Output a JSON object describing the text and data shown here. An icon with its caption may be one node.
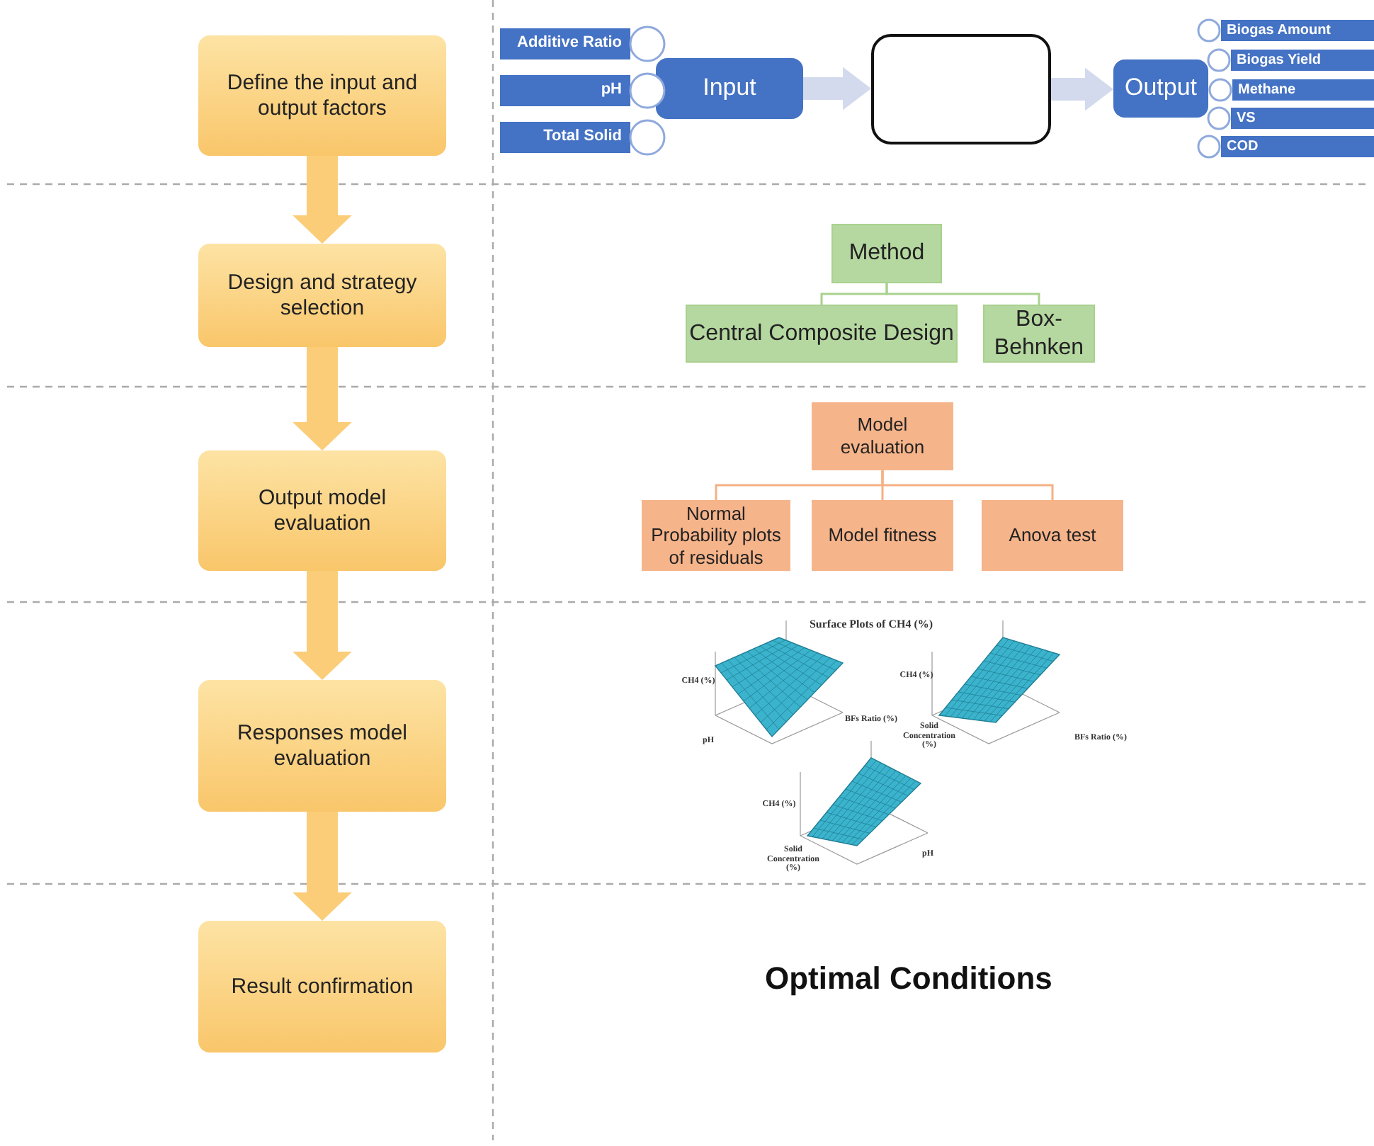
{
  "diagram": {
    "nodes": [
      {
        "text": [
          "Define the input and output factors"
        ]
      },
      {
        "text": [
          "Design and strategy selection"
        ]
      },
      {
        "text": [
          "Output model evaluation"
        ]
      },
      {
        "text": [
          "Responses model evaluation"
        ]
      },
      {
        "text": [
          "Result confirmation"
        ]
      },
      {
        "text": [
          "Additive Ratio"
        ]
      },
      {
        "text": [
          "pH"
        ]
      },
      {
        "text": [
          "Total Solid"
        ]
      },
      {
        "text": [
          "Input"
        ]
      },
      {
        "text": [],
        "shape": "box"
      },
      {
        "text": [
          "Output"
        ]
      },
      {
        "text": [
          "Biogas Amount"
        ]
      },
      {
        "text": [
          "Biogas Yield"
        ]
      },
      {
        "text": [
          "Methane"
        ]
      },
      {
        "text": [
          "VS"
        ]
      },
      {
        "text": [
          "COD"
        ]
      },
      {
        "text": [
          "Method"
        ]
      },
      {
        "text": [
          "Central Composite Design"
        ]
      },
      {
        "text": [
          "Box-Behnken"
        ]
      },
      {
        "text": [
          "Model evaluation"
        ]
      },
      {
        "text": [
          "Normal Probability plots of residuals"
        ]
      },
      {
        "text": [
          "Model fitness"
        ]
      },
      {
        "text": [
          "Anova test"
        ]
      }
    ],
    "edges": [
      {
        "from": 0,
        "to": 1,
        "arrow": "to",
        "color": "#fbcd78"
      },
      {
        "from": 1,
        "to": 2,
        "arrow": "to",
        "color": "#fbcd78"
      },
      {
        "from": 2,
        "to": 3,
        "arrow": "to",
        "color": "#fbcd78"
      },
      {
        "from": 3,
        "to": 4,
        "arrow": "to",
        "color": "#fbcd78"
      },
      {
        "from": 8,
        "to": 9,
        "arrow": "to",
        "color": "#d3daee"
      },
      {
        "from": 9,
        "to": 10,
        "arrow": "to",
        "color": "#d3daee"
      },
      {
        "from": 16,
        "to": 17,
        "arrow": "none",
        "color": "#a9d18e"
      },
      {
        "from": 16,
        "to": 18,
        "arrow": "none",
        "color": "#a9d18e"
      },
      {
        "from": 19,
        "to": 20,
        "arrow": "none",
        "color": "#f4b183"
      },
      {
        "from": 19,
        "to": 21,
        "arrow": "none",
        "color": "#f4b183"
      },
      {
        "from": 19,
        "to": 22,
        "arrow": "none",
        "color": "#f4b183"
      }
    ],
    "labels": [
      "Surface Plots of CH4 (%)",
      "CH4 (%)",
      "pH",
      "BFs Ratio (%)",
      "CH4 (%)",
      "Solid Concentration (%)",
      "BFs Ratio (%)",
      "CH4 (%)",
      "Solid Concentration (%)",
      "pH",
      "Optimal Conditions"
    ]
  }
}
